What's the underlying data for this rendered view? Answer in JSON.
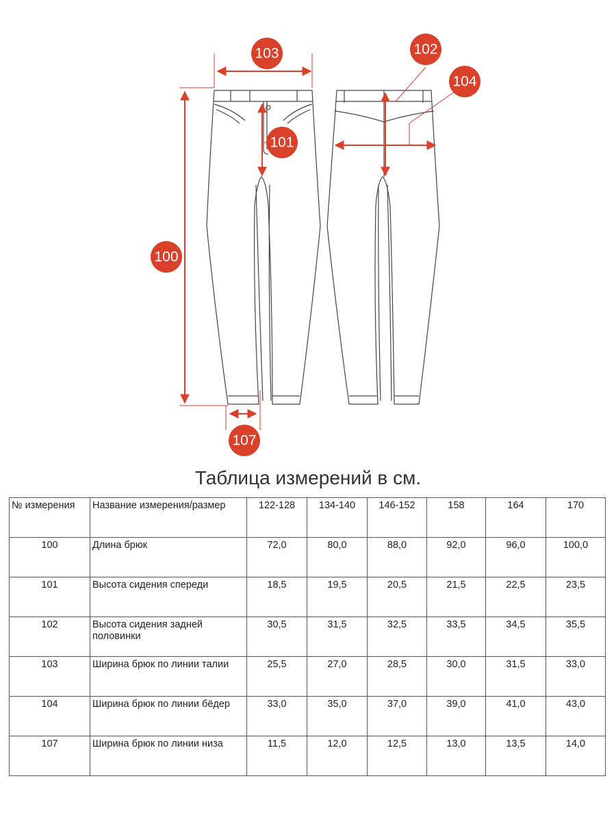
{
  "diagram": {
    "accent_color": "#d9412b",
    "markers": {
      "m100": "100",
      "m101": "101",
      "m102": "102",
      "m103": "103",
      "m104": "104",
      "m107": "107"
    }
  },
  "table": {
    "title": "Таблица измерений в см.",
    "headers": [
      "№ измерения",
      "Название измерения/размер",
      "122-128",
      "134-140",
      "146-152",
      "158",
      "164",
      "170"
    ],
    "rows": [
      {
        "num": "100",
        "name": "Длина брюк",
        "values": [
          "72,0",
          "80,0",
          "88,0",
          "92,0",
          "96,0",
          "100,0"
        ]
      },
      {
        "num": "101",
        "name": "Высота сидения спереди",
        "values": [
          "18,5",
          "19,5",
          "20,5",
          "21,5",
          "22,5",
          "23,5"
        ]
      },
      {
        "num": "102",
        "name": "Высота сидения задней половинки",
        "values": [
          "30,5",
          "31,5",
          "32,5",
          "33,5",
          "34,5",
          "35,5"
        ]
      },
      {
        "num": "103",
        "name": "Ширина брюк по линии талии",
        "values": [
          "25,5",
          "27,0",
          "28,5",
          "30,0",
          "31,5",
          "33,0"
        ]
      },
      {
        "num": "104",
        "name": "Ширина брюк по линии бёдер",
        "values": [
          "33,0",
          "35,0",
          "37,0",
          "39,0",
          "41,0",
          "43,0"
        ]
      },
      {
        "num": "107",
        "name": "Ширина брюк по линии низа",
        "values": [
          "11,5",
          "12,0",
          "12,5",
          "13,0",
          "13,5",
          "14,0"
        ]
      }
    ]
  }
}
